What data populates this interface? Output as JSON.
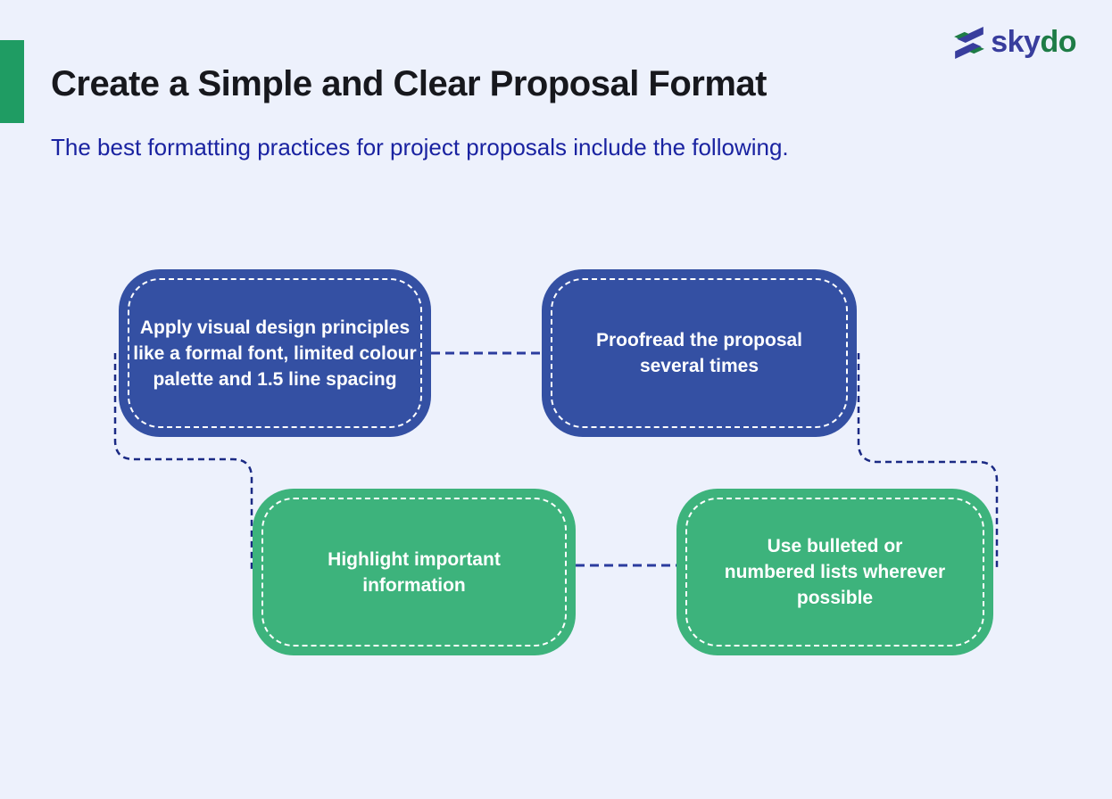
{
  "header": {
    "title": "Create a Simple and Clear Proposal Format",
    "subtitle": "The best formatting practices for project proposals include the following."
  },
  "logo": {
    "icon": "skydo-s-icon",
    "text_primary": "sky",
    "text_secondary": "do"
  },
  "steps": [
    {
      "id": 1,
      "color": "#3450A3",
      "text": "Apply visual design principles like a formal font, limited colour palette and 1.5 line spacing"
    },
    {
      "id": 2,
      "color": "#3450A3",
      "text": "Proofread the proposal several times"
    },
    {
      "id": 3,
      "color": "#3DB37C",
      "text": "Highlight important information"
    },
    {
      "id": 4,
      "color": "#3DB37C",
      "text": "Use bulleted or numbered lists wherever possible"
    }
  ],
  "connections": [
    {
      "from": 1,
      "to": 2,
      "style": "dashed-straight"
    },
    {
      "from": 3,
      "to": 4,
      "style": "dashed-straight"
    },
    {
      "from": 1,
      "to": 3,
      "style": "dashed-elbow-left"
    },
    {
      "from": 2,
      "to": 4,
      "style": "dashed-elbow-right"
    }
  ],
  "colors": {
    "background": "#EDF1FC",
    "accent_green_bar": "#1F9C63",
    "box_blue": "#3450A3",
    "box_green": "#3DB37C",
    "box_dash_border": "#FFFFFF",
    "connector_straight": "#2B3C9E",
    "connector_elbow": "#1B2A84",
    "title_text": "#17181D",
    "subtitle_text": "#1A23A1",
    "logo_blue": "#383D9D",
    "logo_green": "#1E7C46"
  }
}
